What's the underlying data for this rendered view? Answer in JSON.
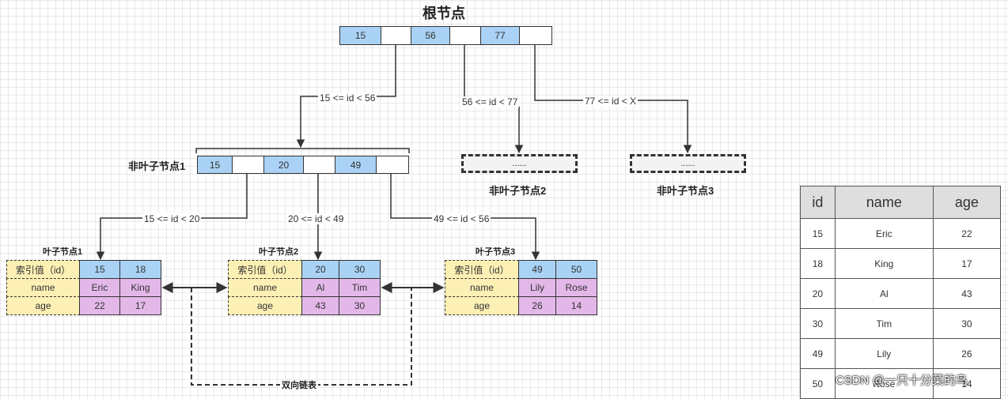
{
  "root": {
    "title": "根节点",
    "keys": [
      "15",
      "56",
      "77"
    ]
  },
  "non_leaf": {
    "node1": {
      "title": "非叶子节点1",
      "keys": [
        "15",
        "20",
        "49"
      ]
    },
    "node2": {
      "title": "非叶子节点2",
      "placeholder": "......"
    },
    "node3": {
      "title": "非叶子节点3",
      "placeholder": "......"
    }
  },
  "edges": {
    "root_to_node1": "15 <= id < 56",
    "root_to_node2": "56 <= id < 77",
    "root_to_node3": "77 <= id < X",
    "node1_to_leaf1": "15 <= id < 20",
    "node1_to_leaf2": "20 <= id < 49",
    "node1_to_leaf3": "49 <= id < 56"
  },
  "row_headers": [
    "索引值（id）",
    "name",
    "age"
  ],
  "leaves": [
    {
      "title": "叶子节点1",
      "ids": [
        "15",
        "18"
      ],
      "names": [
        "Eric",
        "King"
      ],
      "ages": [
        "22",
        "17"
      ]
    },
    {
      "title": "叶子节点2",
      "ids": [
        "20",
        "30"
      ],
      "names": [
        "Al",
        "Tim"
      ],
      "ages": [
        "43",
        "30"
      ]
    },
    {
      "title": "叶子节点3",
      "ids": [
        "49",
        "50"
      ],
      "names": [
        "Lily",
        "Rose"
      ],
      "ages": [
        "26",
        "14"
      ]
    }
  ],
  "linked_list_label": "双向链表",
  "table": {
    "headers": [
      "id",
      "name",
      "age"
    ],
    "rows": [
      [
        "15",
        "Eric",
        "22"
      ],
      [
        "18",
        "King",
        "17"
      ],
      [
        "20",
        "Al",
        "43"
      ],
      [
        "30",
        "Tim",
        "30"
      ],
      [
        "49",
        "Lily",
        "26"
      ],
      [
        "50",
        "Rose",
        "14"
      ]
    ]
  },
  "watermark": "CSDN @一只十分菜的鸟",
  "colors": {
    "key_cell": "#a9d2f5",
    "value_cell": "#e3b8e9",
    "header_cell": "#fcf0b4",
    "line": "#333333"
  }
}
